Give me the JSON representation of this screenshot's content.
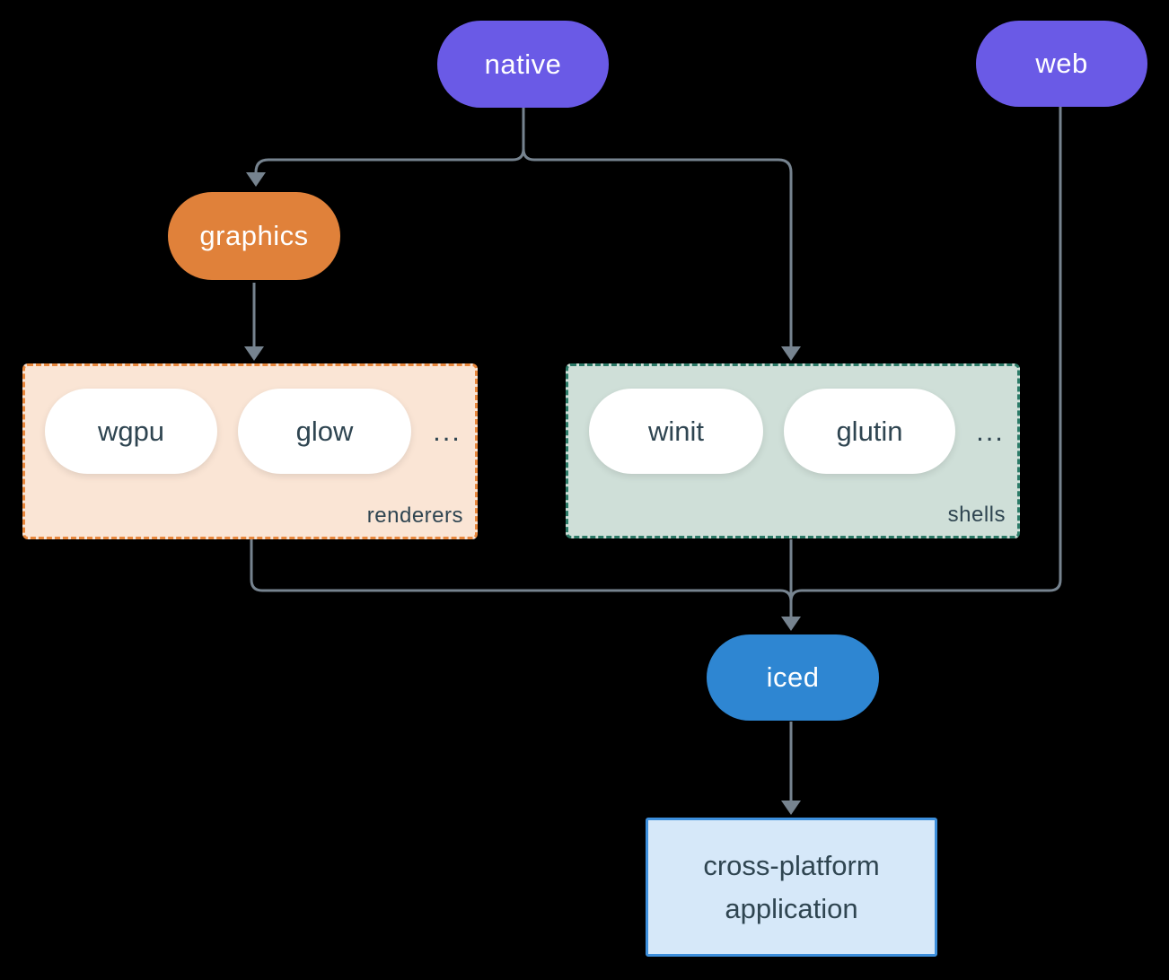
{
  "diagram": {
    "colors": {
      "background": "#000000",
      "connector": "#76838F",
      "text_dark": "#2F4551",
      "text_light": "#FFFFFF"
    },
    "nodes": {
      "native": {
        "label": "native",
        "fill": "#6A5AE6"
      },
      "web": {
        "label": "web",
        "fill": "#6A5AE6"
      },
      "graphics": {
        "label": "graphics",
        "fill": "#E0813A"
      },
      "iced": {
        "label": "iced",
        "fill": "#2E86D2"
      }
    },
    "groups": {
      "renderers": {
        "label": "renderers",
        "items": [
          "wgpu",
          "glow"
        ],
        "ellipsis": "...",
        "fill": "#FAE5D5",
        "border": "#E8873C"
      },
      "shells": {
        "label": "shells",
        "items": [
          "winit",
          "glutin"
        ],
        "ellipsis": "...",
        "fill": "#CFDFD8",
        "border": "#2B7A67"
      }
    },
    "app": {
      "line1": "cross-platform",
      "line2": "application",
      "fill": "#D6E8F9",
      "border": "#3D8FDC"
    }
  }
}
